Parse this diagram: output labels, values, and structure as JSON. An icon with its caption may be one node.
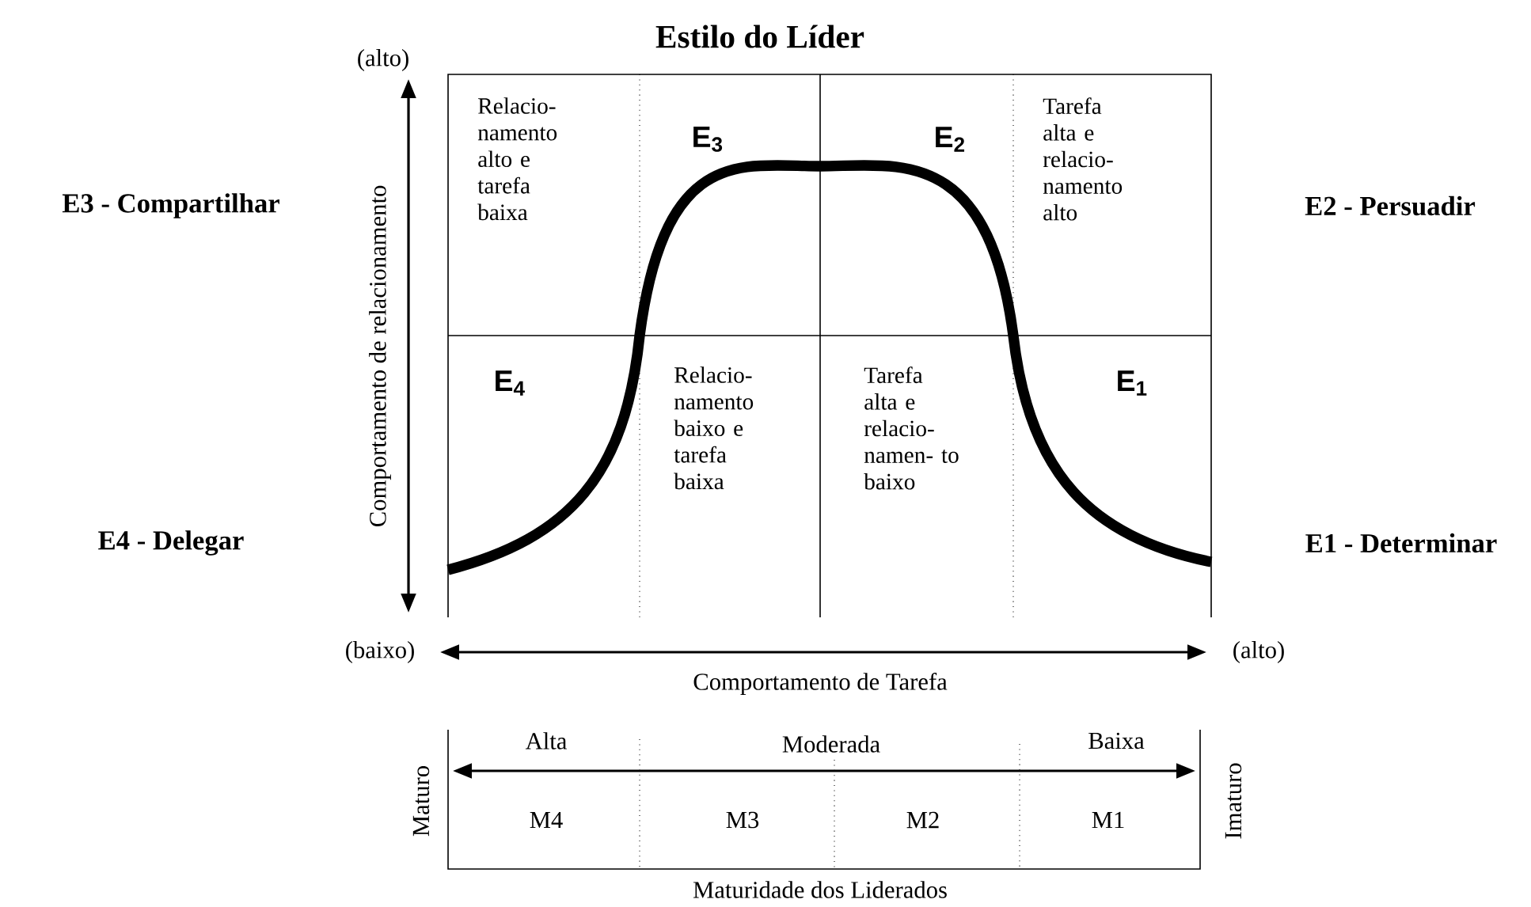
{
  "diagram": {
    "title": "Estilo do Líder",
    "labels": [
      "(alto)",
      "Comportamento de relacionamento",
      "Relacio- namento alto e tarefa baixa",
      "E$_{3}$",
      "E$_{2}$",
      "Tarefa alta e relacio- namento alto",
      "E3 - Compartilhar",
      "E2 - Persuadir",
      "E$_{4}$",
      "Relacio- namento baixo e tarefa baixa",
      "Tarefa alta e relacio- namen- to baixo",
      "E$_{1}$",
      "E4 - Delegar",
      "E1 - Determinar",
      "(baixo)",
      "(alto)",
      "Comportamento de Tarefa",
      "Alta",
      "Moderada",
      "Baixa",
      "Maturo",
      "M4",
      "M3",
      "M2",
      "M1",
      "Imaturo",
      "Maturidade dos Liderados"
    ]
  }
}
